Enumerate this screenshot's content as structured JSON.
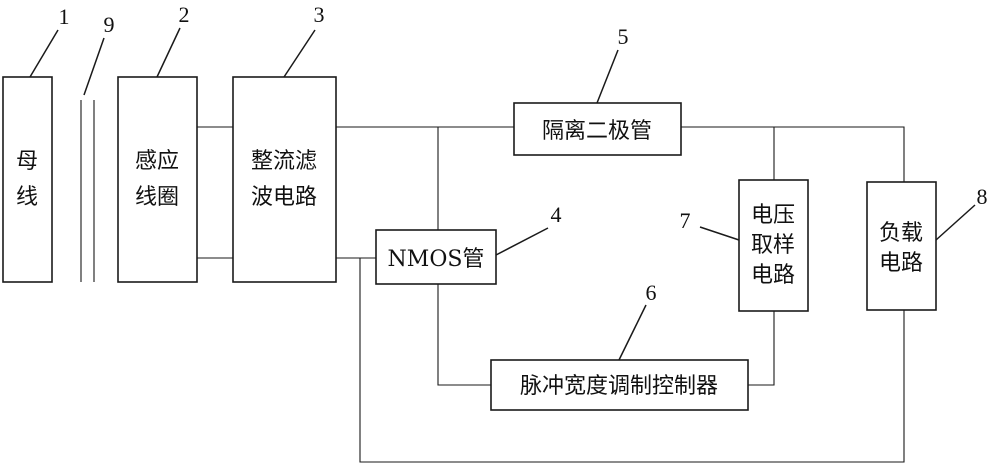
{
  "blocks": {
    "busbar": {
      "number": "1",
      "line1": "母",
      "line2": "线"
    },
    "induction_coil": {
      "number": "2",
      "line1": "感应",
      "line2": "线圈"
    },
    "rectifier_filter": {
      "number": "3",
      "line1": "整流滤",
      "line2": "波电路"
    },
    "nmos": {
      "number": "4",
      "label": "NMOS管"
    },
    "isolation_diode": {
      "number": "5",
      "label": "隔离二极管"
    },
    "pwm_controller": {
      "number": "6",
      "label": "脉冲宽度调制控制器"
    },
    "voltage_sampling": {
      "number": "7",
      "line1": "电压",
      "line2": "取样",
      "line3": "电路"
    },
    "load_circuit": {
      "number": "8",
      "line1": "负载",
      "line2": "电路"
    },
    "insulation_layer": {
      "number": "9"
    }
  }
}
